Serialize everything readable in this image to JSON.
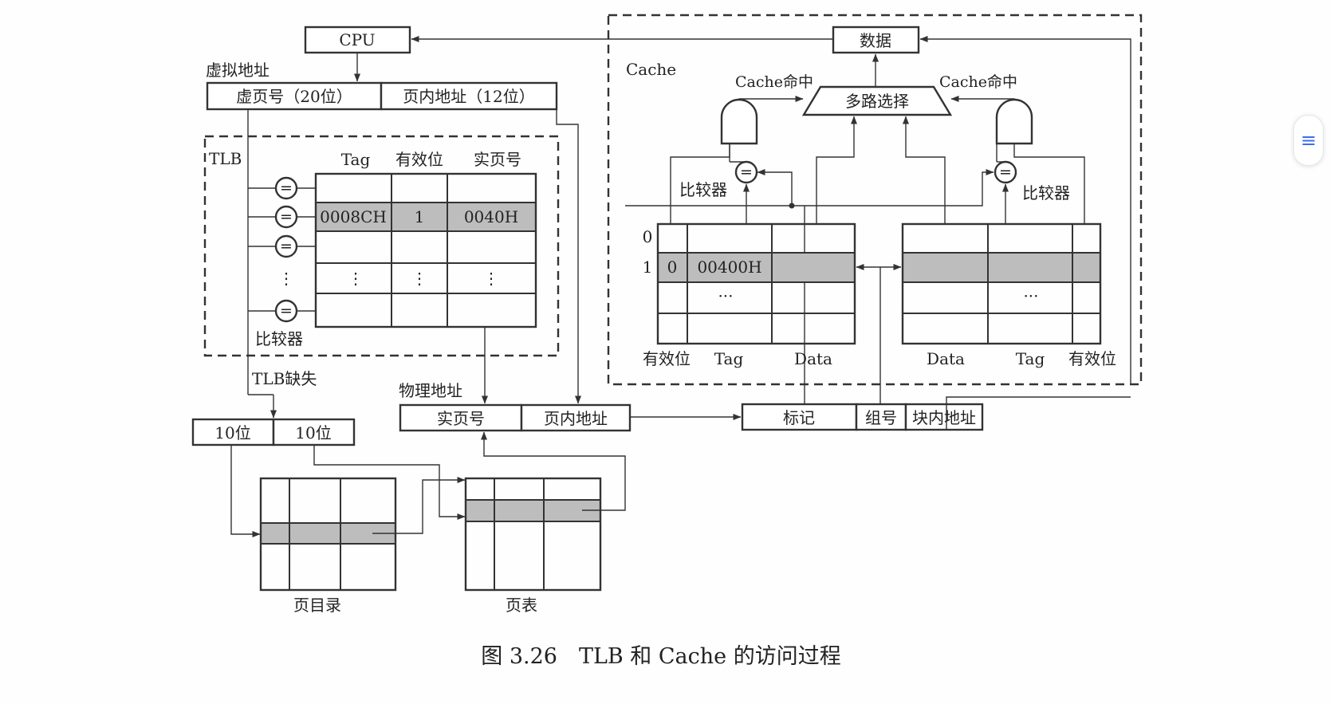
{
  "labels": {
    "cpu": "CPU",
    "virtual_address": "虚拟地址",
    "virtual_page_no": "虚页号（20位）",
    "page_offset_12": "页内地址（12位）",
    "tlb": "TLB",
    "tlb_cols": [
      "Tag",
      "有效位",
      "实页号"
    ],
    "tlb_row": [
      "0008CH",
      "1",
      "0040H"
    ],
    "comparator": "比较器",
    "tlb_miss": "TLB缺失",
    "bits10_a": "10位",
    "bits10_b": "10位",
    "page_directory": "页目录",
    "page_table": "页表",
    "physical_address": "物理地址",
    "phys_page_no": "实页号",
    "phys_offset": "页内地址",
    "tag_field": "标记",
    "set_index": "组号",
    "block_offset": "块内地址",
    "data": "数据",
    "cache": "Cache",
    "cache_hit_left": "Cache命中",
    "cache_hit_right": "Cache命中",
    "mux": "多路选择",
    "comparator_left": "比较器",
    "comparator_right": "比较器",
    "set0": "0",
    "set1": "1",
    "way0_valid": "0",
    "way0_tag": "00400H",
    "dots": "···",
    "vdots": "⋮",
    "left_cols": [
      "有效位",
      "Tag",
      "Data"
    ],
    "right_cols": [
      "Data",
      "Tag",
      "有效位"
    ],
    "eq": "="
  },
  "caption": "图 3.26　TLB 和 Cache 的访问过程",
  "colors": {
    "line": "#333333",
    "highlight": "#bdbdbd",
    "accent": "#3a6df0"
  },
  "icons": {
    "side_button": "menu-icon"
  }
}
